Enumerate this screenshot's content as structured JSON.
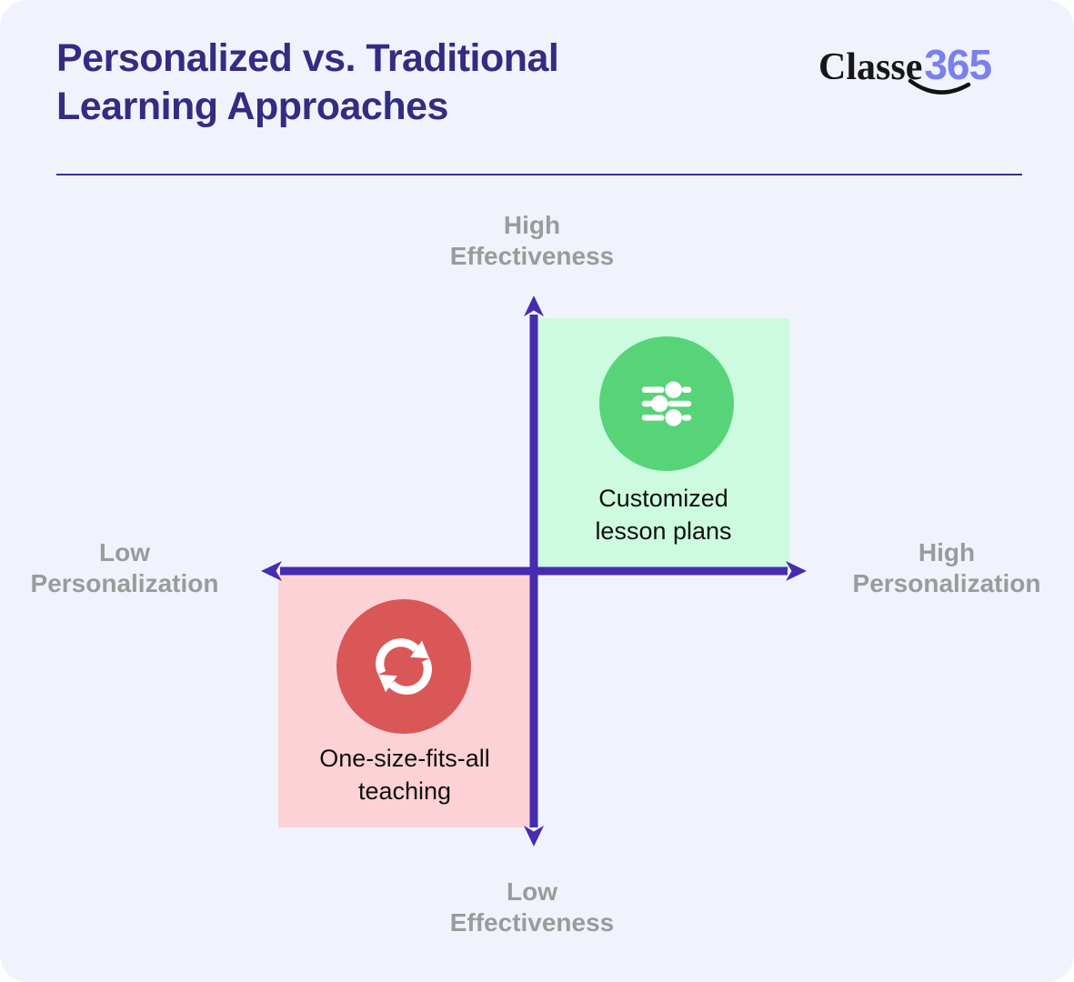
{
  "header": {
    "title": "Personalized vs. Traditional Learning Approaches",
    "logo": {
      "name": "Classe",
      "suffix": "365"
    }
  },
  "axes": {
    "top": "High\nEffectiveness",
    "bottom": "Low\nEffectiveness",
    "left": "Low\nPersonalization",
    "right": "High\nPersonalization"
  },
  "quadrants": {
    "top_right": {
      "label": "Customized\nlesson plans",
      "icon": "sliders-icon",
      "box_color": "#ccfbe0",
      "circle_color": "#57d478"
    },
    "bottom_left": {
      "label": "One-size-fits-all\nteaching",
      "icon": "refresh-icon",
      "box_color": "#fcd2d6",
      "circle_color": "#d95757"
    }
  },
  "colors": {
    "card_background": "#f0f3fc",
    "title": "#332c82",
    "divider": "#3a3190",
    "axis_arrow": "#472bb0",
    "axis_label": "#9b9b9b",
    "logo_black": "#161616",
    "logo_accent": "#7b80ee",
    "quadrant_text": "#101010"
  }
}
